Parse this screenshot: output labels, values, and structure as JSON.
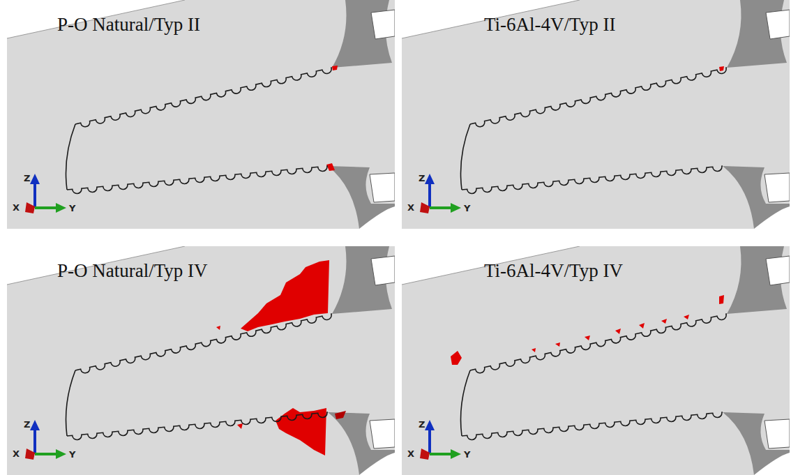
{
  "diagram": {
    "labels": [
      "P-O Natural/Typ II",
      "Z",
      "X",
      "Y",
      "Ti-6Al-4V/Typ II",
      "Z",
      "X",
      "Y",
      "P-O Natural/Typ IV",
      "Z",
      "X",
      "Y",
      "Ti-6Al-4V/Typ IV",
      "Z",
      "X",
      "Y"
    ]
  }
}
